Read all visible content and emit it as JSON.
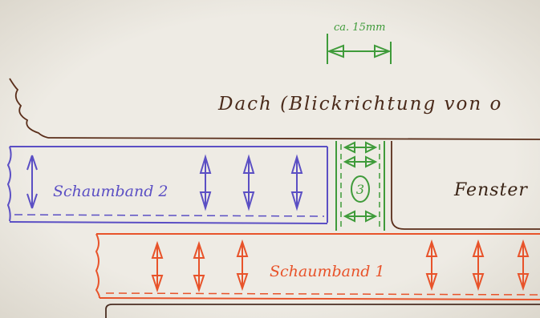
{
  "dimension_label": "ca. 15mm",
  "roof_label": "Dach (Blickrichtung von o",
  "foam_band_2_label": "Schaumband 2",
  "foam_band_1_label": "Schaumband 1",
  "gap_number": "3",
  "window_label": "Fenster",
  "colors": {
    "paper": "#e8e4dc",
    "roof_ink": "#5a2e1a",
    "band2_ink": "#5b4fc4",
    "band1_ink": "#e8532a",
    "gap_ink": "#3f9b3a"
  }
}
